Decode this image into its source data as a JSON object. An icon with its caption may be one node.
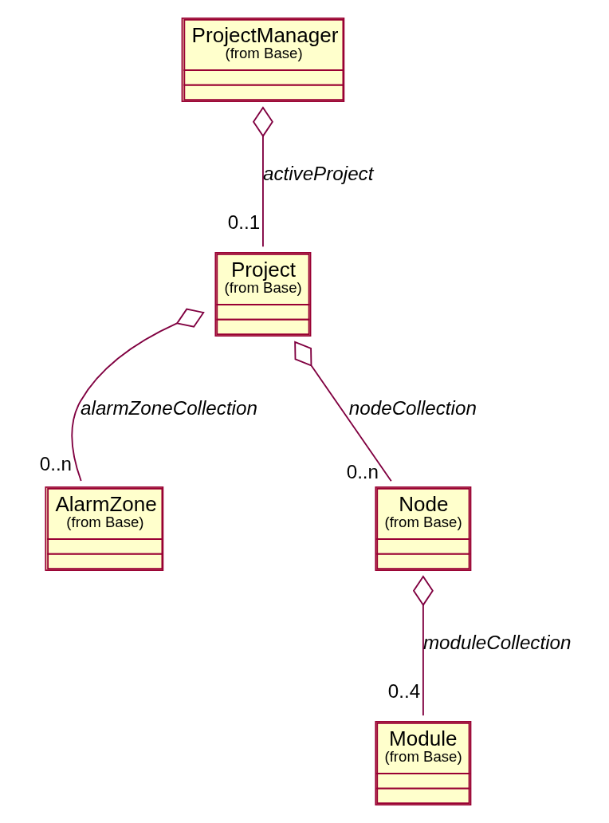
{
  "diagram": {
    "nodes": [
      {
        "text": [
          "ProjectManager",
          "(from Base)"
        ]
      },
      {
        "text": [
          "Project",
          "(from Base)"
        ]
      },
      {
        "text": [
          "AlarmZone",
          "(from Base)"
        ]
      },
      {
        "text": [
          "Node",
          "(from Base)"
        ]
      },
      {
        "text": [
          "Module",
          "(from Base)"
        ]
      }
    ],
    "edges": [
      {
        "from": 0,
        "to": 1,
        "arrow": "other",
        "label": "activeProject"
      },
      {
        "from": 1,
        "to": 2,
        "arrow": "other",
        "label": "alarmZoneCollection"
      },
      {
        "from": 1,
        "to": 3,
        "arrow": "other",
        "label": "nodeCollection"
      },
      {
        "from": 3,
        "to": 4,
        "arrow": "other",
        "label": "moduleCollection"
      }
    ],
    "labels": [
      "0..1",
      "0..n",
      "0..n",
      "0..4"
    ]
  }
}
